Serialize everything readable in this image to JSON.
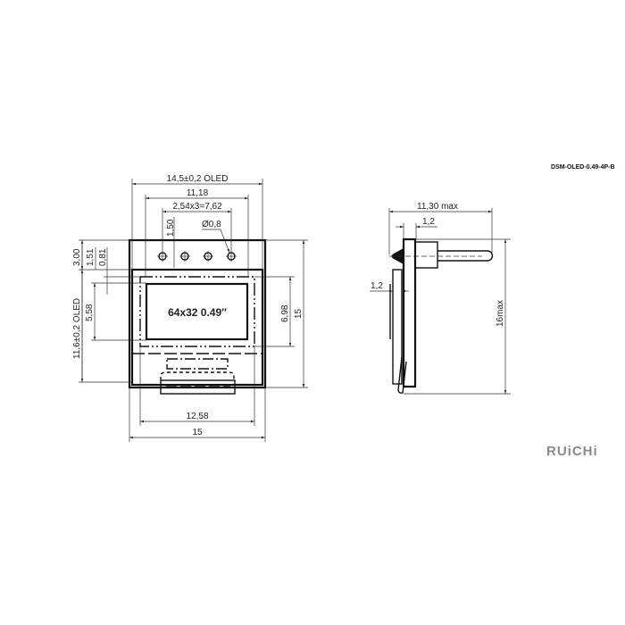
{
  "drawing": {
    "part_number": "DSM-OLED-0.49-4P-B",
    "logo": "RUiCHi"
  },
  "front_view": {
    "display_label": "64x32   0.49″",
    "dims": {
      "width_oled": "14,5±0,2 OLED",
      "inner_width": "11,18",
      "pin_pitch": "2,54x3=7,62",
      "hole_dia": "Ø0,8",
      "pin_offset": "1,50",
      "top_3": "3,00",
      "top_151": "1,51",
      "top_081": "0,81",
      "height_oled": "11,6±0,2 OLED",
      "active_h": "5,58",
      "active_frame_h": "6,98",
      "height": "15",
      "bottom_inner": "12,58",
      "bottom_width": "15"
    }
  },
  "side_view": {
    "dims": {
      "depth": "11,30 max",
      "board_t": "1,2",
      "display_t": "1,2",
      "height": "16max"
    }
  }
}
